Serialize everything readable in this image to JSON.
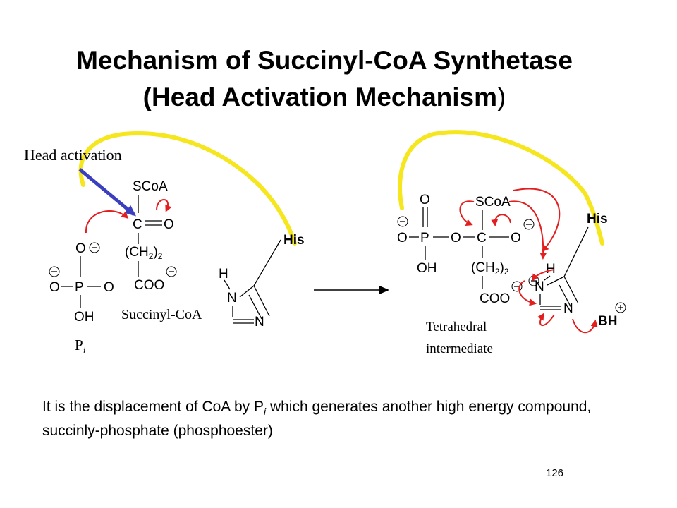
{
  "title": {
    "line1": "Mechanism of Succinyl-CoA Synthetase",
    "line2_bold": "(Head Activation Mechanism",
    "line2_paren": ")"
  },
  "labels": {
    "head_activation": "Head activation",
    "succinyl_coa": "Succinyl-CoA",
    "tetrahedral_line1": "Tetrahedral",
    "tetrahedral_line2": "intermediate",
    "pi_main": "P",
    "pi_sub": "i"
  },
  "atoms": {
    "phosphate_o_top": "O",
    "phosphate_o_left": "O",
    "phosphate_p": "P",
    "phosphate_o_right": "O",
    "phosphate_oh": "OH",
    "scoa": "SCoA",
    "carbonyl_c": "C",
    "carbonyl_o": "O",
    "ch2": "(CH",
    "ch2_sub": "2",
    "ch2_close": ")",
    "ch2_n": "2",
    "coo": "COO",
    "his": "His",
    "h": "H",
    "n_top": "N",
    "n_bottom": "N",
    "minus": "−",
    "tet_o_top": "O",
    "tet_o_left": "O",
    "tet_p": "P",
    "tet_o_bridge": "O",
    "tet_oh": "OH",
    "tet_scoa": "SCoA",
    "tet_c": "C",
    "tet_o_right": "O",
    "tet_ch2": "(CH",
    "tet_ch2_sub": "2",
    "tet_ch2_close": ")",
    "tet_ch2_n": "2",
    "tet_coo": "COO",
    "tet_his": "His",
    "tet_h": "H",
    "tet_n_top": "N",
    "tet_n_bottom": "N",
    "bh": "BH",
    "plus": "+"
  },
  "caption": {
    "part1": "It is the displacement of CoA by P",
    "sub": "i",
    "part2": " which generates another high energy compound, succinly-phosphate (phosphoester)"
  },
  "page_number": "126",
  "colors": {
    "arrow_red": "#e31e1e",
    "highlight_yellow": "#f5e61e",
    "pointer_blue": "#3a3fbf"
  }
}
